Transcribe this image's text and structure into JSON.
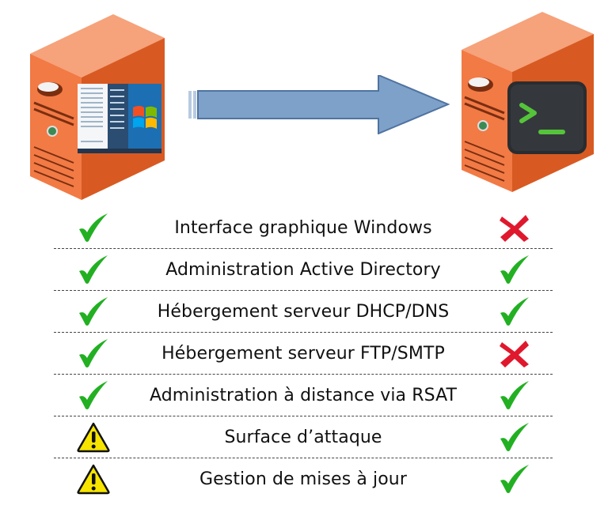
{
  "comparison": {
    "rows": [
      {
        "feature": "Interface graphique Windows",
        "left": "check-icon",
        "right": "cross-icon"
      },
      {
        "feature": "Administration Active Directory",
        "left": "check-icon",
        "right": "check-icon"
      },
      {
        "feature": "Hébergement serveur DHCP/DNS",
        "left": "check-icon",
        "right": "check-icon"
      },
      {
        "feature": "Hébergement serveur FTP/SMTP",
        "left": "check-icon",
        "right": "cross-icon"
      },
      {
        "feature": "Administration à distance via RSAT",
        "left": "check-icon",
        "right": "check-icon"
      },
      {
        "feature": "Surface d’attaque",
        "left": "warning-icon",
        "right": "check-icon"
      },
      {
        "feature": "Gestion de mises à jour",
        "left": "warning-icon",
        "right": "check-icon"
      }
    ]
  },
  "terminal": {
    "prompt": ">_"
  },
  "colors": {
    "server_orange": "#f0703a",
    "server_dark": "#c44f1c",
    "arrow_blue": "#7ea1c9",
    "check_green": "#22b022",
    "cross_red": "#e0182d",
    "warning_yellow": "#f7e400"
  }
}
